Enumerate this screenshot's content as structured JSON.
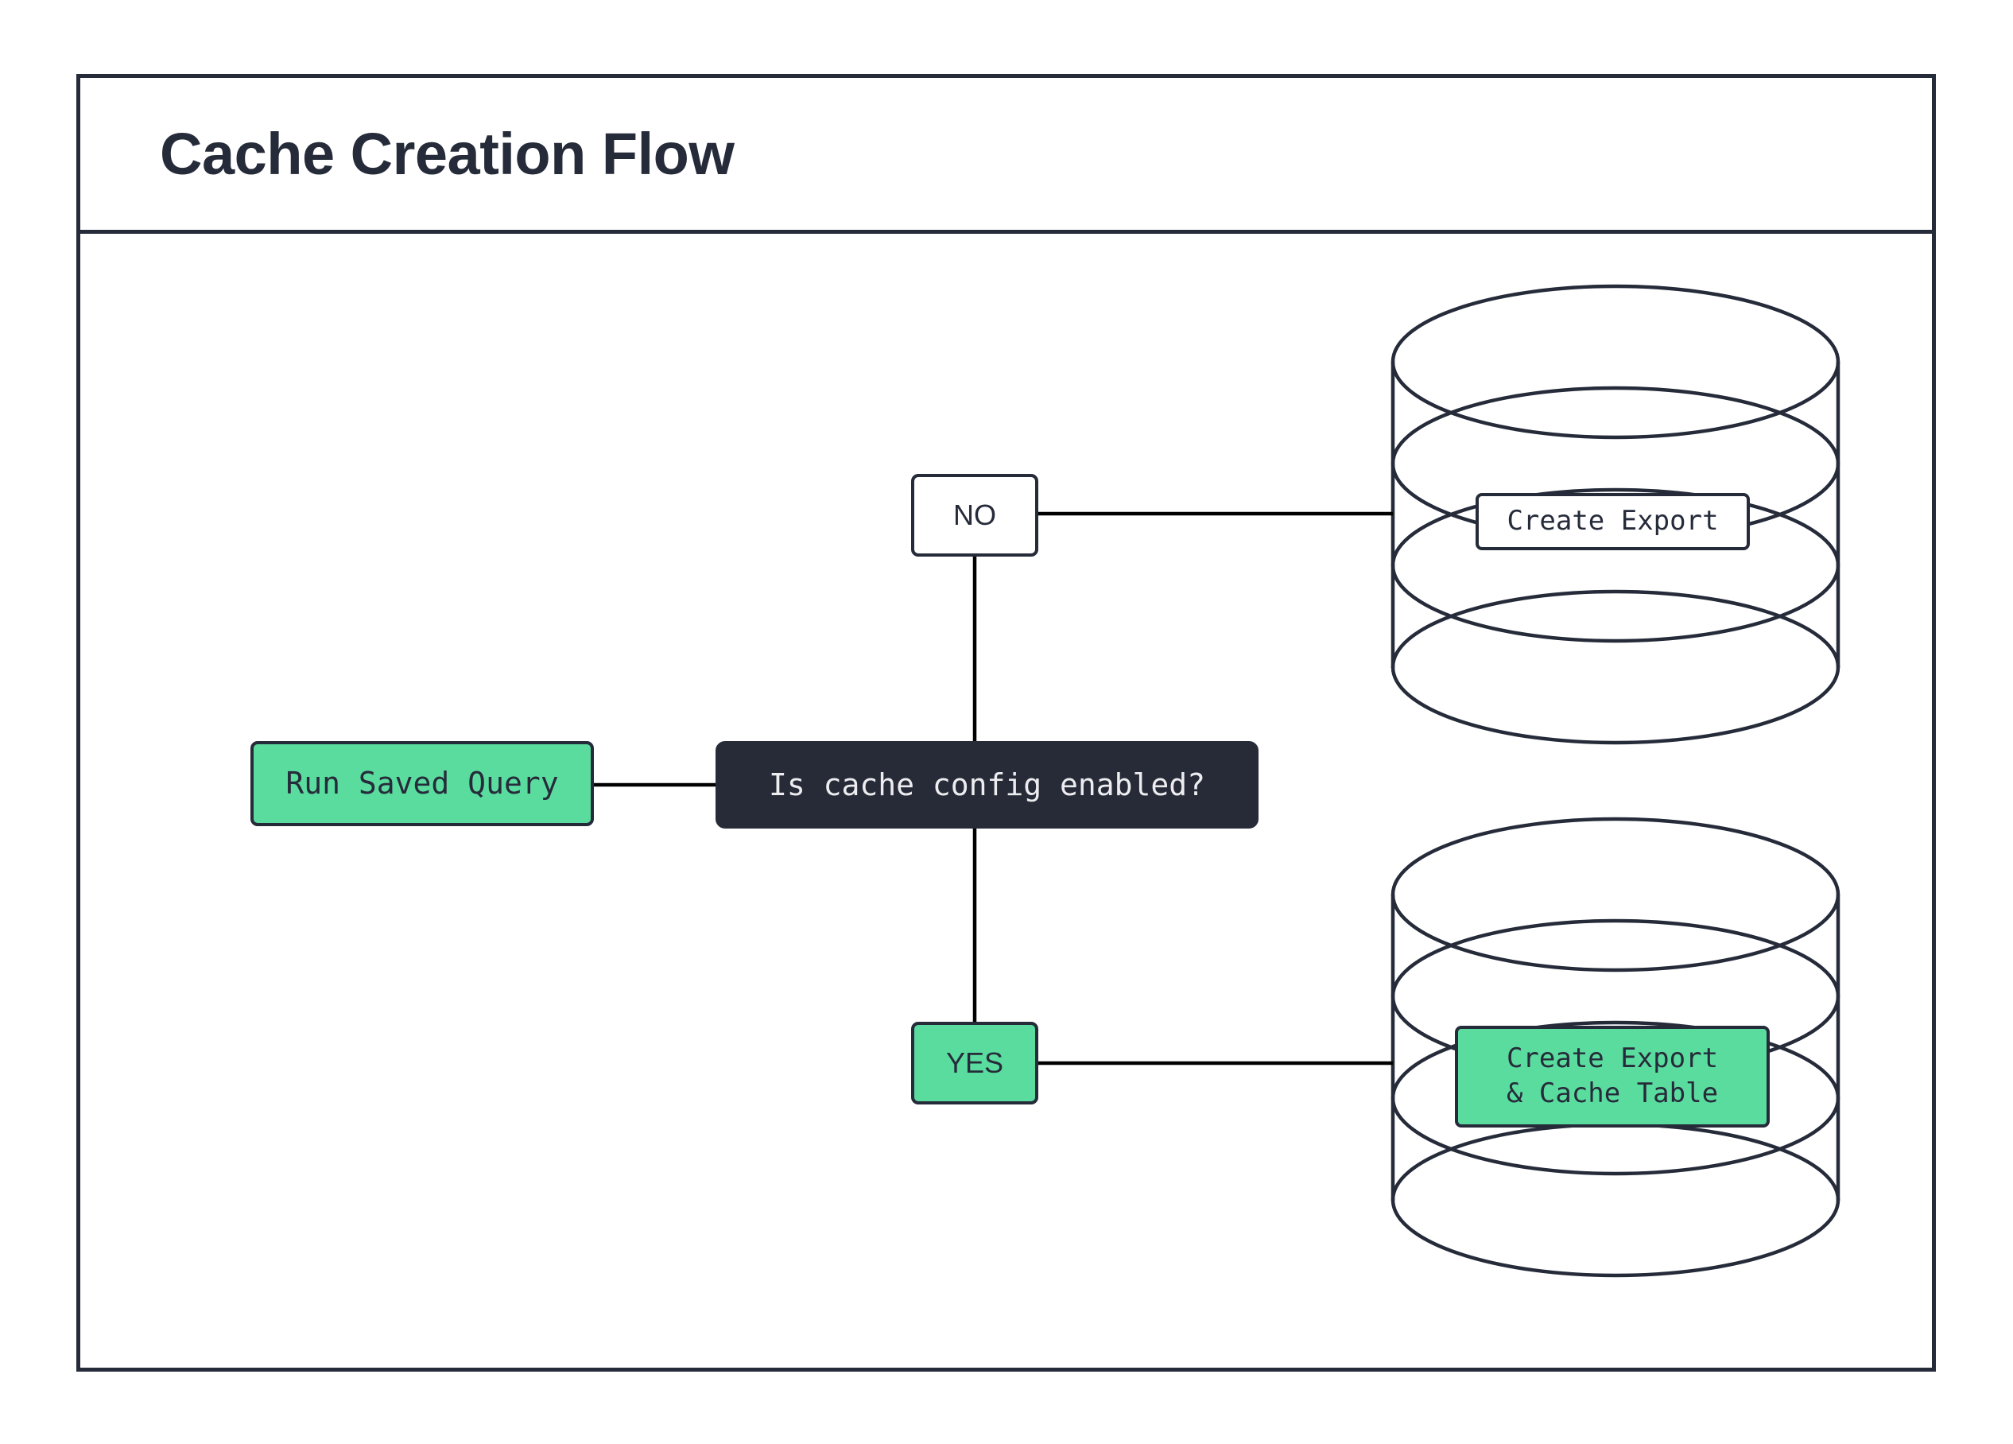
{
  "diagram": {
    "title": "Cache Creation Flow",
    "type": "flowchart",
    "orientation": "left-to-right",
    "colors": {
      "outline": "#262B3A",
      "green": "#5BDC9F",
      "dark": "#272B38",
      "dark_text": "#EDEDF0",
      "white": "#FFFFFF",
      "edge": "#000000"
    },
    "nodes": [
      {
        "id": "run-saved-query",
        "label": "Run Saved Query",
        "shape": "rounded-rect",
        "fill": "green",
        "font": "monospace"
      },
      {
        "id": "decision",
        "label": "Is cache config enabled?",
        "shape": "rounded-rect",
        "fill": "dark",
        "font": "monospace"
      },
      {
        "id": "label-no",
        "label": "NO",
        "shape": "rounded-rect",
        "fill": "white",
        "font": "sans-serif"
      },
      {
        "id": "label-yes",
        "label": "YES",
        "shape": "rounded-rect",
        "fill": "green",
        "font": "sans-serif"
      },
      {
        "id": "create-export",
        "label": "Create Export",
        "shape": "rounded-rect-on-cylinder",
        "fill": "white",
        "font": "monospace",
        "container": "database-cylinder-top"
      },
      {
        "id": "create-export-cache-table",
        "label": "Create Export\n& Cache Table",
        "line1": "Create Export",
        "line2": "& Cache Table",
        "shape": "rounded-rect-on-cylinder",
        "fill": "green",
        "font": "monospace",
        "container": "database-cylinder-bottom"
      }
    ],
    "containers": [
      {
        "id": "database-cylinder-top",
        "shape": "stacked-disk-cylinder",
        "disks": 4
      },
      {
        "id": "database-cylinder-bottom",
        "shape": "stacked-disk-cylinder",
        "disks": 4
      }
    ],
    "edges": [
      {
        "from": "run-saved-query",
        "to": "decision",
        "label": ""
      },
      {
        "from": "decision",
        "to": "label-no",
        "label": ""
      },
      {
        "from": "label-no",
        "to": "database-cylinder-top",
        "label": ""
      },
      {
        "from": "decision",
        "to": "label-yes",
        "label": ""
      },
      {
        "from": "label-yes",
        "to": "database-cylinder-bottom",
        "label": ""
      }
    ]
  }
}
